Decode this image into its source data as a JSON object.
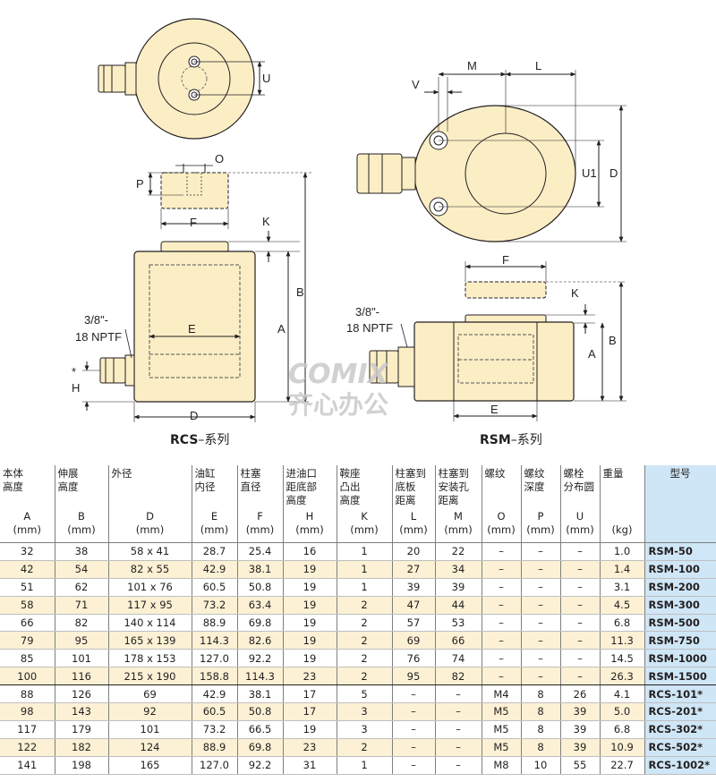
{
  "diagram": {
    "rcs": {
      "caption_bold": "RCS",
      "caption_rest": "–系列",
      "labels": {
        "U": "U",
        "O": "O",
        "P": "P",
        "F": "F",
        "K": "K",
        "B": "B",
        "A": "A",
        "E": "E",
        "D": "D",
        "H": "H",
        "star": "*",
        "port1": "3/8\"-",
        "port2": "18 NPTF"
      }
    },
    "rsm": {
      "caption_bold": "RSM",
      "caption_rest": "–系列",
      "labels": {
        "M": "M",
        "L": "L",
        "V": "V",
        "U1": "U1",
        "D": "D",
        "F": "F",
        "K": "K",
        "A": "A",
        "B": "B",
        "E": "E",
        "port1": "3/8\"-",
        "port2": "18 NPTF"
      }
    },
    "watermark": {
      "brand": "COMIX",
      "sub": "齐心办公"
    },
    "colors": {
      "body": "#fbeec5",
      "outline": "#231f20",
      "dash": "#555555"
    }
  },
  "table": {
    "headers": [
      {
        "lines": [
          "本体",
          "高度"
        ],
        "units": [
          "A",
          "(mm)"
        ]
      },
      {
        "lines": [
          "伸展",
          "高度"
        ],
        "units": [
          "B",
          "(mm)"
        ]
      },
      {
        "lines": [
          "外径",
          ""
        ],
        "units": [
          "D",
          "(mm)"
        ]
      },
      {
        "lines": [
          "油缸",
          "内径"
        ],
        "units": [
          "E",
          "(mm)"
        ]
      },
      {
        "lines": [
          "柱塞",
          "直径"
        ],
        "units": [
          "F",
          "(mm)"
        ]
      },
      {
        "lines": [
          "进油口",
          "距底部",
          "高度"
        ],
        "units": [
          "H",
          "(mm)"
        ]
      },
      {
        "lines": [
          "鞍座",
          "凸出",
          "高度"
        ],
        "units": [
          "K",
          "(mm)"
        ]
      },
      {
        "lines": [
          "柱塞到",
          "底板",
          "距离"
        ],
        "units": [
          "L",
          "(mm)"
        ]
      },
      {
        "lines": [
          "柱塞到",
          "安装孔",
          "距离"
        ],
        "units": [
          "M",
          "(mm)"
        ]
      },
      {
        "lines": [
          "螺纹",
          ""
        ],
        "units": [
          "O",
          "(mm)"
        ]
      },
      {
        "lines": [
          "螺纹",
          "深度"
        ],
        "units": [
          "P",
          "(mm)"
        ]
      },
      {
        "lines": [
          "螺栓",
          "分布圆"
        ],
        "units": [
          "U",
          "(mm)"
        ]
      },
      {
        "lines": [
          "重量",
          ""
        ],
        "units": [
          "",
          "(kg)"
        ]
      },
      {
        "lines": [
          "型号",
          ""
        ],
        "units": [
          "",
          ""
        ]
      }
    ],
    "rows": [
      [
        "32",
        "38",
        "58 x 41",
        "28.7",
        "25.4",
        "16",
        "1",
        "20",
        "22",
        "–",
        "–",
        "–",
        "1.0",
        "RSM-50"
      ],
      [
        "42",
        "54",
        "82 x 55",
        "42.9",
        "38.1",
        "19",
        "1",
        "27",
        "34",
        "–",
        "–",
        "–",
        "1.4",
        "RSM-100"
      ],
      [
        "51",
        "62",
        "101 x 76",
        "60.5",
        "50.8",
        "19",
        "1",
        "39",
        "39",
        "–",
        "–",
        "–",
        "3.1",
        "RSM-200"
      ],
      [
        "58",
        "71",
        "117 x 95",
        "73.2",
        "63.4",
        "19",
        "2",
        "47",
        "44",
        "–",
        "–",
        "–",
        "4.5",
        "RSM-300"
      ],
      [
        "66",
        "82",
        "140 x 114",
        "88.9",
        "69.8",
        "19",
        "2",
        "57",
        "53",
        "–",
        "–",
        "–",
        "6.8",
        "RSM-500"
      ],
      [
        "79",
        "95",
        "165 x 139",
        "114.3",
        "82.6",
        "19",
        "2",
        "69",
        "66",
        "–",
        "–",
        "–",
        "11.3",
        "RSM-750"
      ],
      [
        "85",
        "101",
        "178 x 153",
        "127.0",
        "92.2",
        "19",
        "2",
        "76",
        "74",
        "–",
        "–",
        "–",
        "14.5",
        "RSM-1000"
      ],
      [
        "100",
        "116",
        "215 x 190",
        "158.8",
        "114.3",
        "23",
        "2",
        "95",
        "82",
        "–",
        "–",
        "–",
        "26.3",
        "RSM-1500"
      ],
      [
        "88",
        "126",
        "69",
        "42.9",
        "38.1",
        "17",
        "5",
        "–",
        "–",
        "M4",
        "8",
        "26",
        "4.1",
        "RCS-101*"
      ],
      [
        "98",
        "143",
        "92",
        "60.5",
        "50.8",
        "17",
        "3",
        "–",
        "–",
        "M5",
        "8",
        "39",
        "5.0",
        "RCS-201*"
      ],
      [
        "117",
        "179",
        "101",
        "73.2",
        "66.5",
        "19",
        "3",
        "–",
        "–",
        "M5",
        "8",
        "39",
        "6.8",
        "RCS-302*"
      ],
      [
        "122",
        "182",
        "124",
        "88.9",
        "69.8",
        "23",
        "2",
        "–",
        "–",
        "M5",
        "8",
        "39",
        "10.9",
        "RCS-502*"
      ],
      [
        "141",
        "198",
        "165",
        "127.0",
        "92.2",
        "31",
        "1",
        "–",
        "–",
        "M8",
        "10",
        "55",
        "22.7",
        "RCS-1002*"
      ]
    ]
  }
}
